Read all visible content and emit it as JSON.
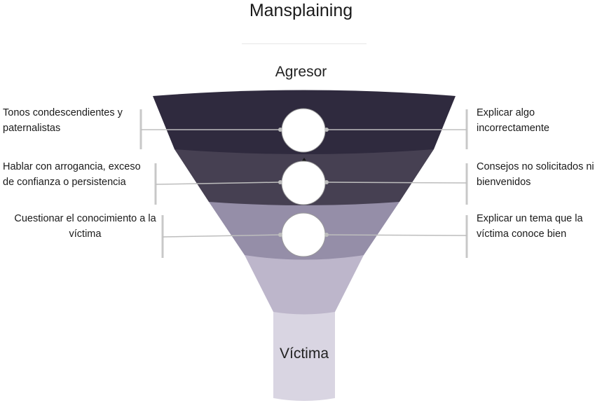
{
  "diagram": {
    "title": "Mansplaining",
    "top_label": "Agresor",
    "bottom_label": "Víctima",
    "colors": {
      "band1": "#2f2a3e",
      "band2": "#464052",
      "band3": "#958ea8",
      "band4": "#bdb6cb",
      "stem": "#d9d5e2",
      "connector": "#bdbdbd",
      "bracket": "#c8c8c8"
    },
    "left_labels": [
      "Tonos condescendientes y paternalistas",
      "Hablar con arrogancia, exceso de confianza o persistencia",
      "Cuestionar el conocimiento a la víctima"
    ],
    "right_labels": [
      "Explicar algo incorrectamente",
      "Consejos no solicitados ni bienvenidos",
      "Explicar un tema que la víctima conoce bien"
    ]
  }
}
